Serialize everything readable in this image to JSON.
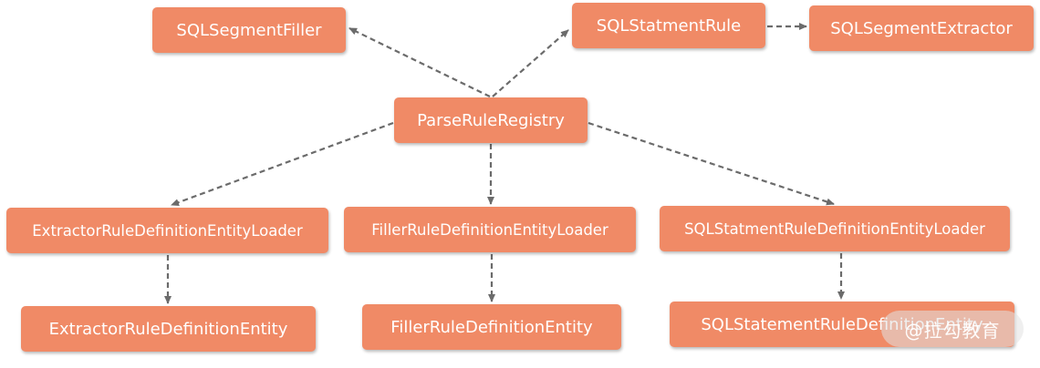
{
  "nodes": {
    "sql_segment_filler": "SQLSegmentFiller",
    "sql_statment_rule": "SQLStatmentRule",
    "sql_segment_extractor": "SQLSegmentExtractor",
    "parse_rule_registry": "ParseRuleRegistry",
    "extractor_loader": "ExtractorRuleDefinitionEntityLoader",
    "filler_loader": "FillerRuleDefinitionEntityLoader",
    "sql_statment_loader": "SQLStatmentRuleDefinitionEntityLoader",
    "extractor_entity": "ExtractorRuleDefinitionEntity",
    "filler_entity": "FillerRuleDefinitionEntity",
    "sql_statement_entity": "SQLStatementRuleDefinitionEntity"
  },
  "edges": [
    {
      "from": "parse_rule_registry",
      "to": "sql_segment_filler",
      "style": "dashed"
    },
    {
      "from": "parse_rule_registry",
      "to": "sql_statment_rule",
      "style": "dashed"
    },
    {
      "from": "sql_statment_rule",
      "to": "sql_segment_extractor",
      "style": "dashed"
    },
    {
      "from": "parse_rule_registry",
      "to": "extractor_loader",
      "style": "dashed"
    },
    {
      "from": "parse_rule_registry",
      "to": "filler_loader",
      "style": "dashed"
    },
    {
      "from": "parse_rule_registry",
      "to": "sql_statment_loader",
      "style": "dashed"
    },
    {
      "from": "extractor_loader",
      "to": "extractor_entity",
      "style": "dashed"
    },
    {
      "from": "filler_loader",
      "to": "filler_entity",
      "style": "dashed"
    },
    {
      "from": "sql_statment_loader",
      "to": "sql_statement_entity",
      "style": "dashed"
    }
  ],
  "colors": {
    "node_fill": "#f08a66",
    "node_text": "#ffffff",
    "edge": "#6b6b6b"
  },
  "watermark": "@拉勾教育"
}
